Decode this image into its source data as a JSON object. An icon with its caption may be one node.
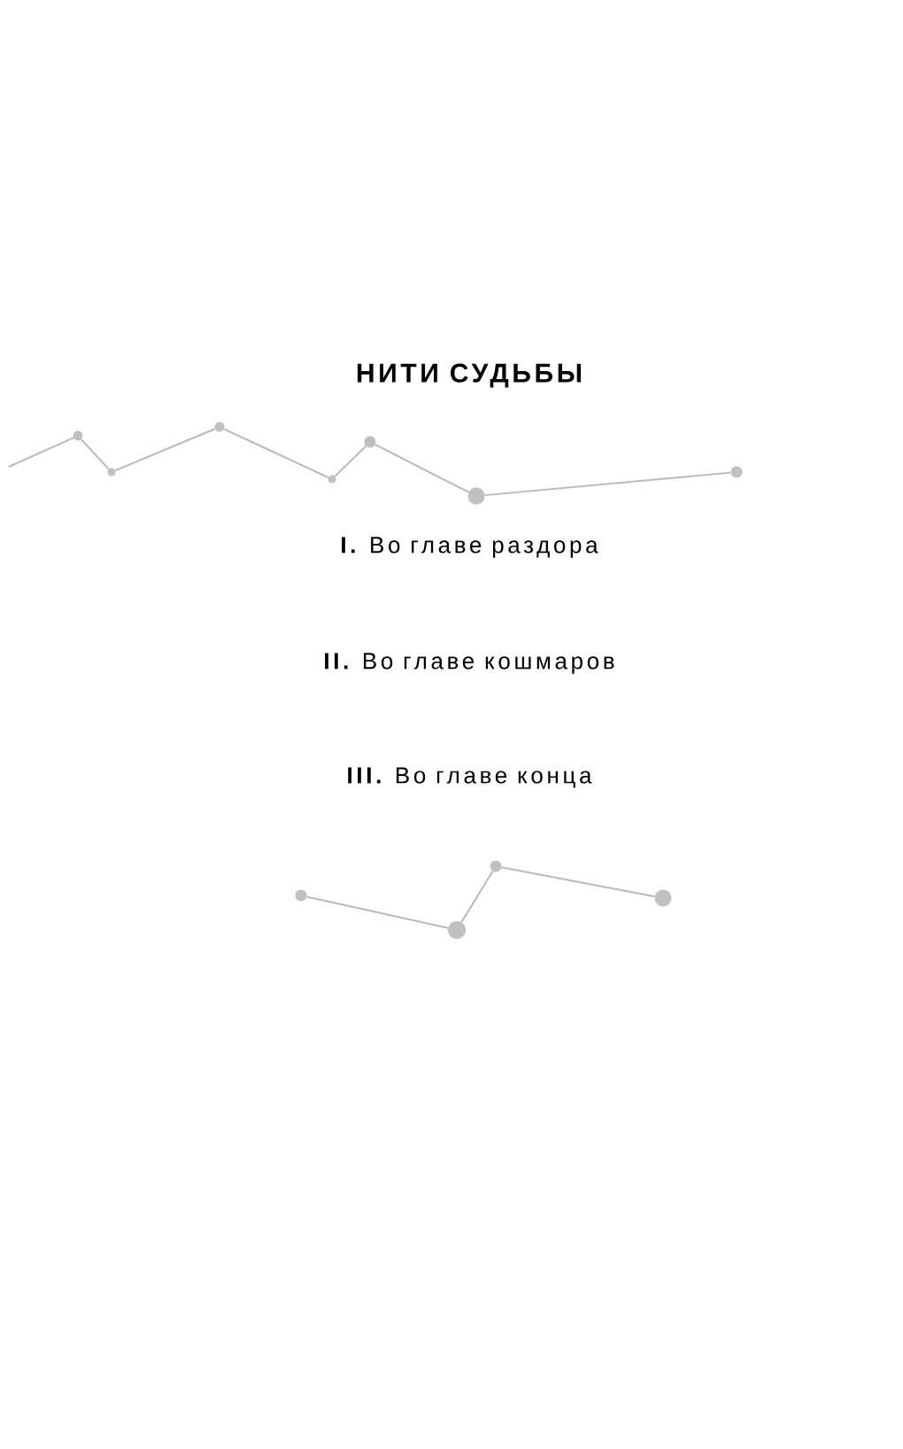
{
  "diagram": {
    "title": "НИТИ СУДЬБЫ",
    "nodes": [
      {
        "text": [],
        "shape": "circle"
      },
      {
        "text": [],
        "shape": "circle"
      },
      {
        "text": [],
        "shape": "circle"
      },
      {
        "text": [],
        "shape": "circle"
      },
      {
        "text": [],
        "shape": "circle"
      },
      {
        "text": [],
        "shape": "circle"
      },
      {
        "text": [],
        "shape": "circle"
      },
      {
        "text": [],
        "shape": "circle"
      },
      {
        "text": [],
        "shape": "circle"
      },
      {
        "text": [],
        "shape": "circle"
      },
      {
        "text": [],
        "shape": "circle"
      }
    ],
    "edges": [
      {
        "from": null,
        "to": 0,
        "arrow": "none"
      },
      {
        "from": 0,
        "to": 1,
        "arrow": "none"
      },
      {
        "from": 1,
        "to": 2,
        "arrow": "none"
      },
      {
        "from": 2,
        "to": 3,
        "arrow": "none"
      },
      {
        "from": 3,
        "to": 4,
        "arrow": "none"
      },
      {
        "from": 4,
        "to": 5,
        "arrow": "none"
      },
      {
        "from": 5,
        "to": 6,
        "arrow": "none"
      },
      {
        "from": 7,
        "to": 8,
        "arrow": "none"
      },
      {
        "from": 8,
        "to": 9,
        "arrow": "none"
      },
      {
        "from": 9,
        "to": 10,
        "arrow": "none"
      }
    ],
    "labels": [
      "**I.** Во главе раздора",
      "**II.** Во главе кошмаров",
      "**III.** Во главе конца"
    ]
  }
}
